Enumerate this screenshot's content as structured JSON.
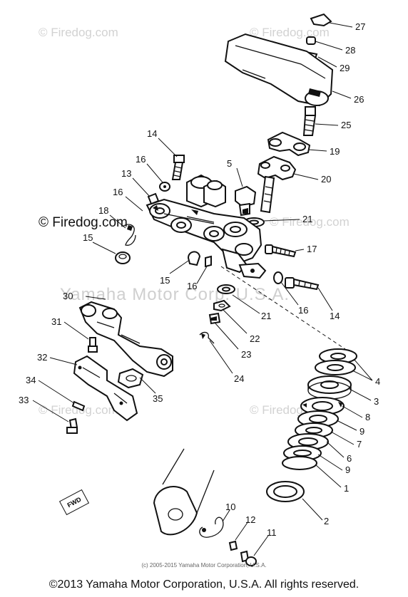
{
  "watermarks": [
    "© Firedog.com",
    "© Firedog.com",
    "© Firedog.com",
    "© Firedog.com",
    "© Firedog.com",
    "© Firedog.com"
  ],
  "center_watermark": "Yamaha Motor Corp. U.S.A.",
  "fwd_label": "FWD",
  "credit_line": "(c) 2005-2015 Yamaha Motor Corporation, U.S.A.",
  "footer_copyright": "©2013 Yamaha Motor Corporation, U.S.A. All rights reserved.",
  "callouts": [
    "27",
    "28",
    "29",
    "26",
    "25",
    "19",
    "20",
    "5",
    "21",
    "14",
    "16",
    "13",
    "16",
    "18",
    "15",
    "17",
    "15",
    "16",
    "16",
    "14",
    "30",
    "21",
    "22",
    "31",
    "23",
    "32",
    "24",
    "35",
    "34",
    "33",
    "4",
    "3",
    "8",
    "9",
    "7",
    "6",
    "9",
    "1",
    "2",
    "10",
    "12",
    "11"
  ]
}
